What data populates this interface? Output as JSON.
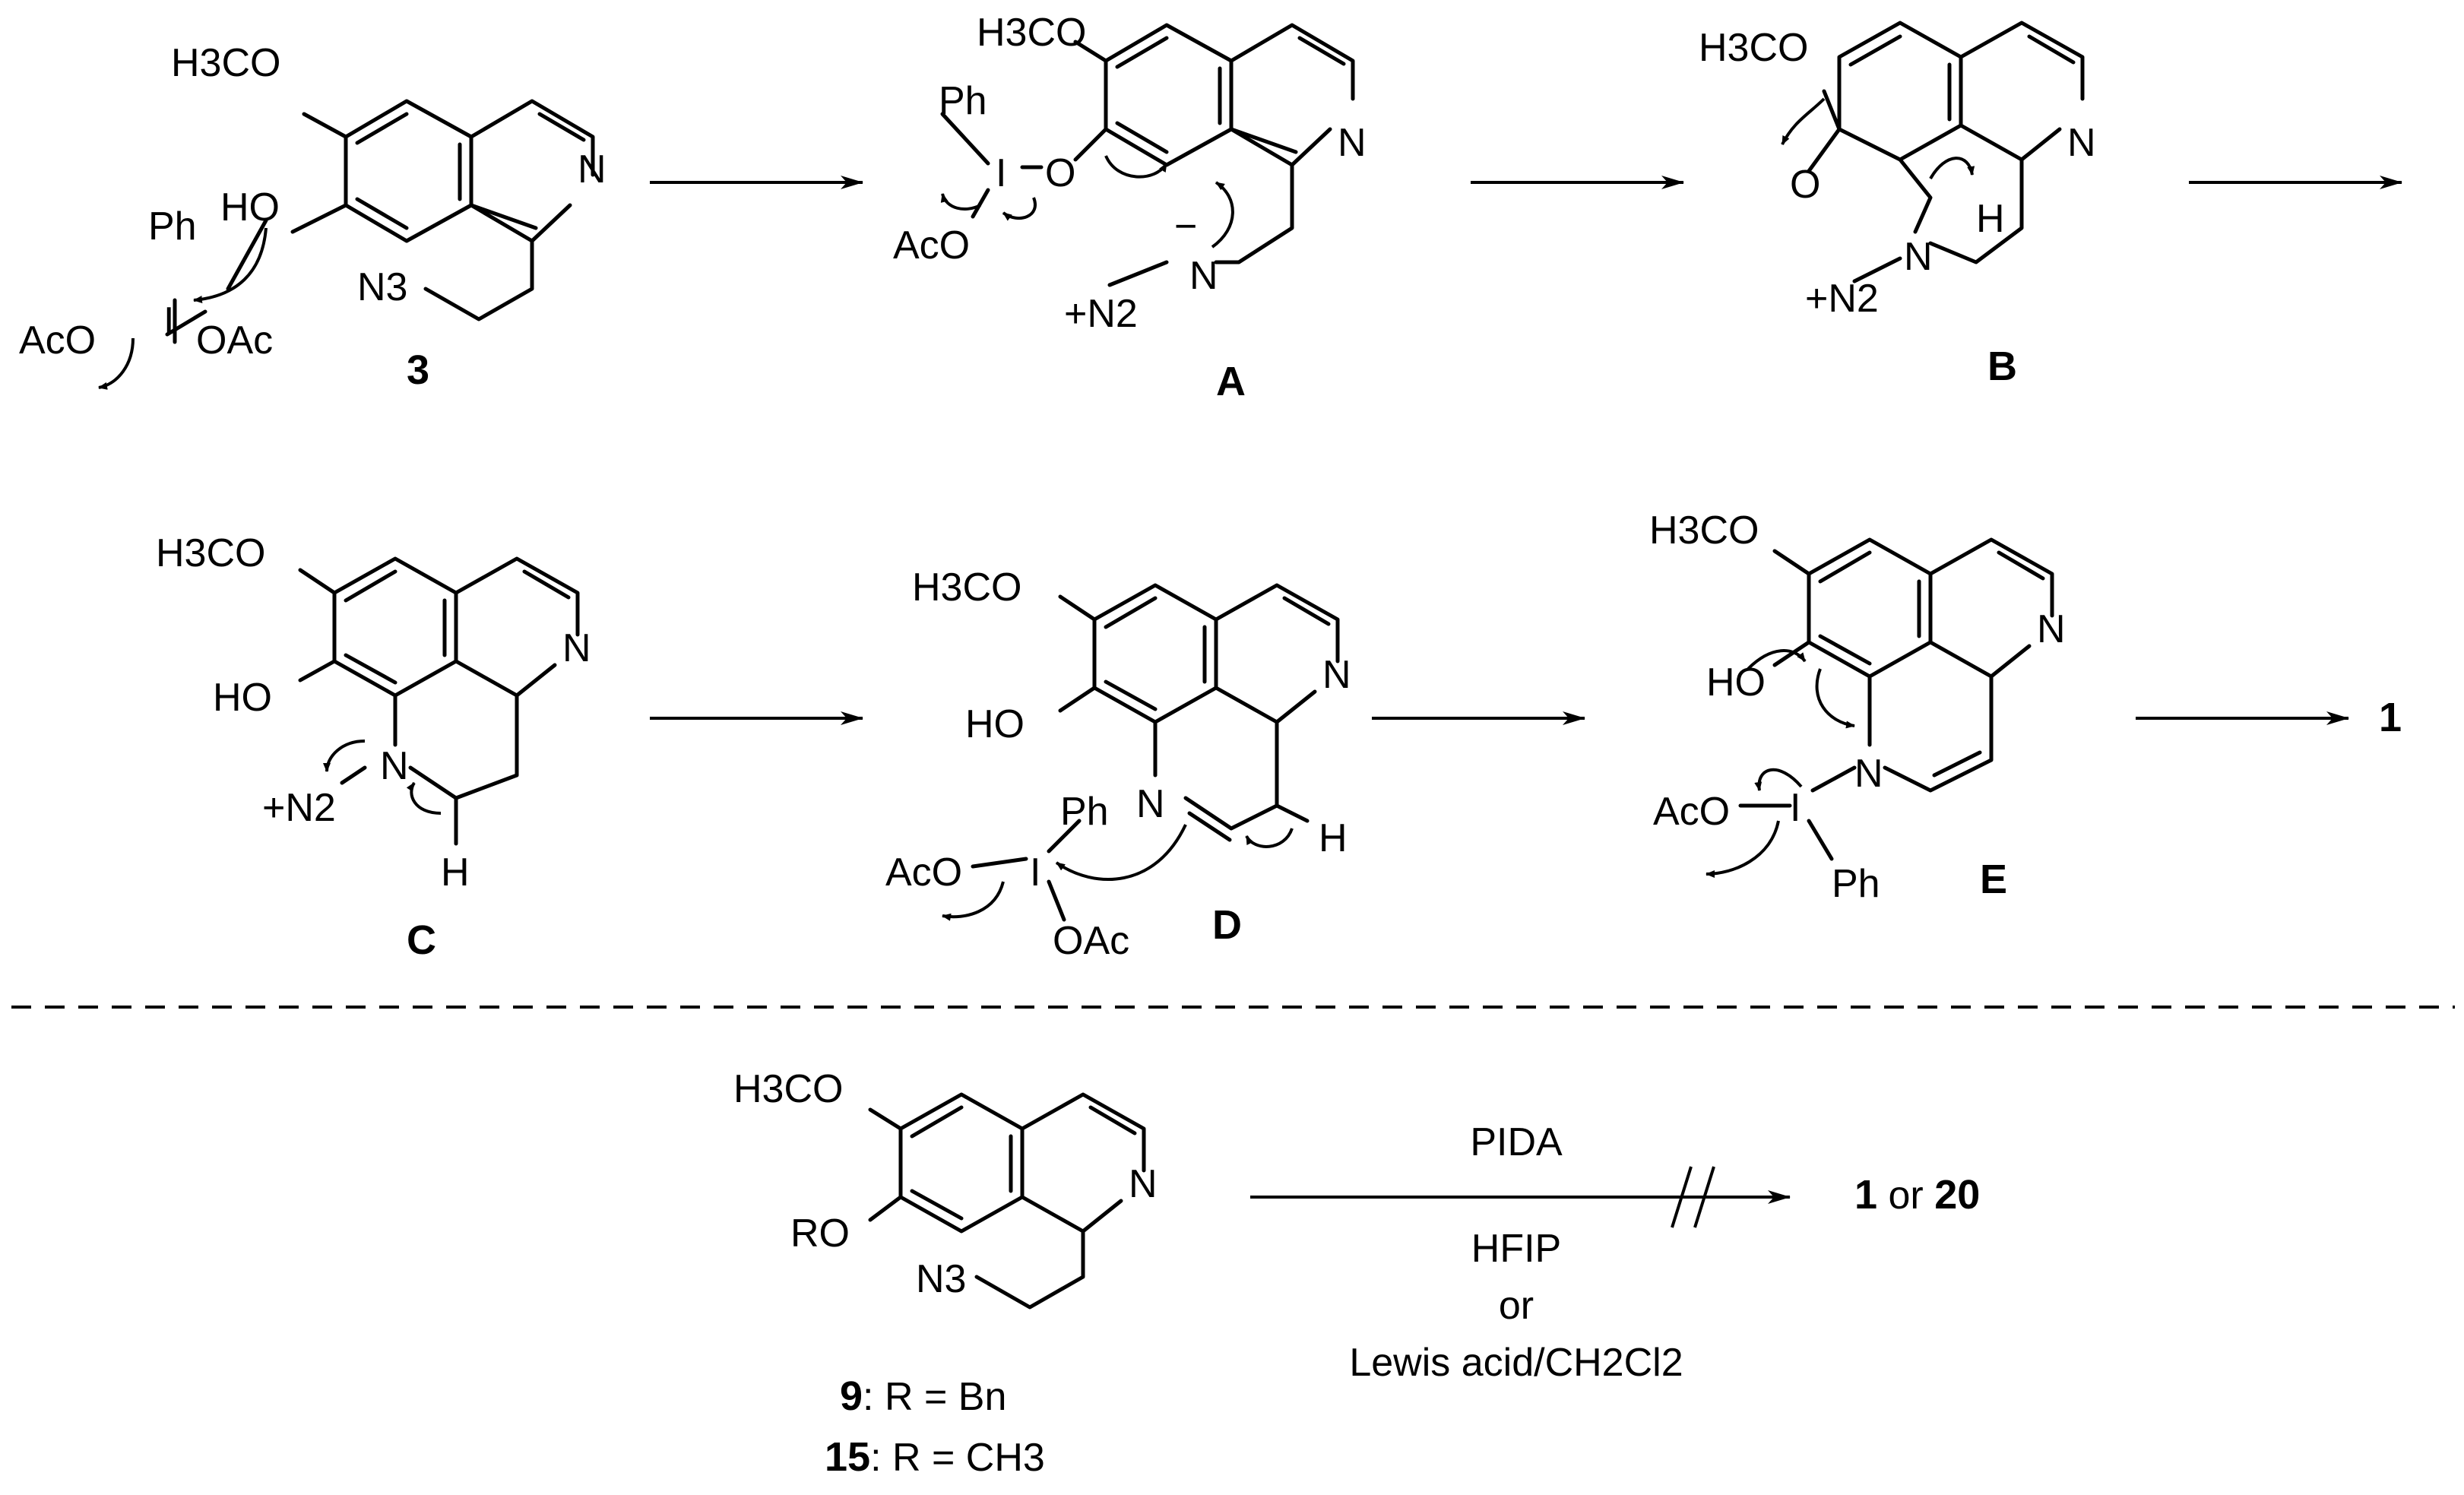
{
  "groups": {
    "h3co": "H3CO",
    "ho": "HO",
    "ro": "RO",
    "n": "N",
    "o": "O",
    "ph": "Ph",
    "aco": "AcO",
    "oac": "OAc",
    "iodine": "I",
    "h": "H",
    "n3": "N3",
    "n2plus": "+N2",
    "minus": "−"
  },
  "compounds": {
    "c3": "3",
    "cA": "A",
    "cB": "B",
    "cC": "C",
    "cD": "D",
    "cE": "E",
    "p1": "1",
    "c9": "9",
    "c15": "15"
  },
  "substituents": {
    "r9": ": R = Bn",
    "r15": ": R = CH3"
  },
  "conditions": {
    "reagent": "PIDA",
    "solvent1": "HFIP",
    "or_word": "or",
    "solvent2": "Lewis acid/CH2Cl2"
  },
  "products": {
    "prod_1": "1",
    "prod_or": " or ",
    "prod_20": "20"
  }
}
